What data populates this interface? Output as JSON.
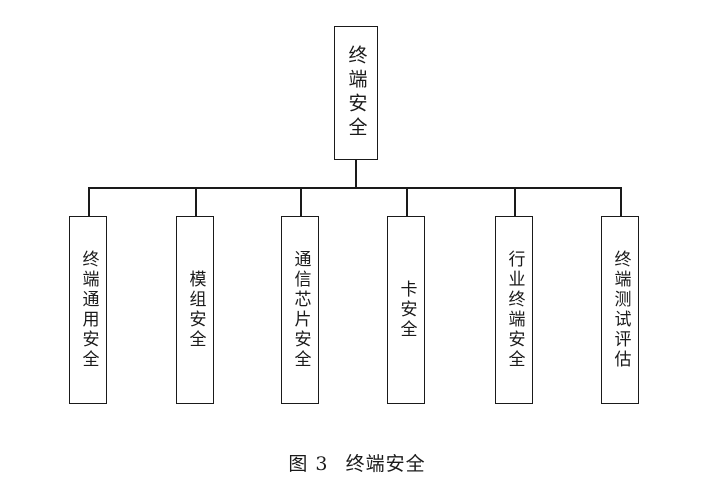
{
  "diagram": {
    "root": {
      "label": "终端安全"
    },
    "children": [
      {
        "label": "终端通用安全"
      },
      {
        "label": "模组安全"
      },
      {
        "label": "通信芯片安全"
      },
      {
        "label": "卡安全"
      },
      {
        "label": "行业终端安全"
      },
      {
        "label": "终端测试评估"
      }
    ]
  },
  "caption": {
    "figure_number": "图 3",
    "title": "终端安全"
  }
}
